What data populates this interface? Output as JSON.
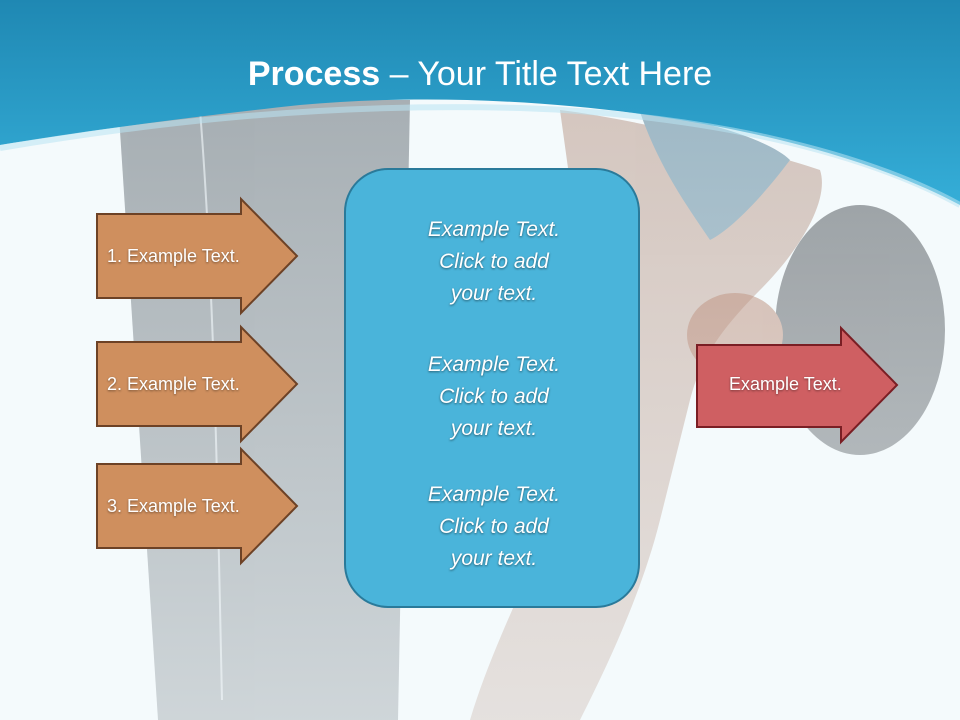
{
  "slide": {
    "title_bold": "Process",
    "title_rest": " – Your Title Text Here"
  },
  "left_arrows": [
    {
      "label": "1. Example Text."
    },
    {
      "label": "2. Example Text."
    },
    {
      "label": "3. Example Text."
    }
  ],
  "center_box": {
    "blocks": [
      {
        "lines": [
          "Example Text.",
          "Click  to add",
          "your text."
        ]
      },
      {
        "lines": [
          "Example Text.",
          "Click  to add",
          "your text."
        ]
      },
      {
        "lines": [
          "Example Text.",
          "Click  to add",
          "your text."
        ]
      }
    ]
  },
  "right_arrow": {
    "label": "Example Text."
  },
  "colors": {
    "header": "#2aa1cc",
    "left_arrow_fill": "#cf8f5e",
    "left_arrow_border": "#6d4226",
    "center_fill": "#4ab4da",
    "right_arrow_fill": "#cf5f62",
    "right_arrow_border": "#7a1e24"
  }
}
